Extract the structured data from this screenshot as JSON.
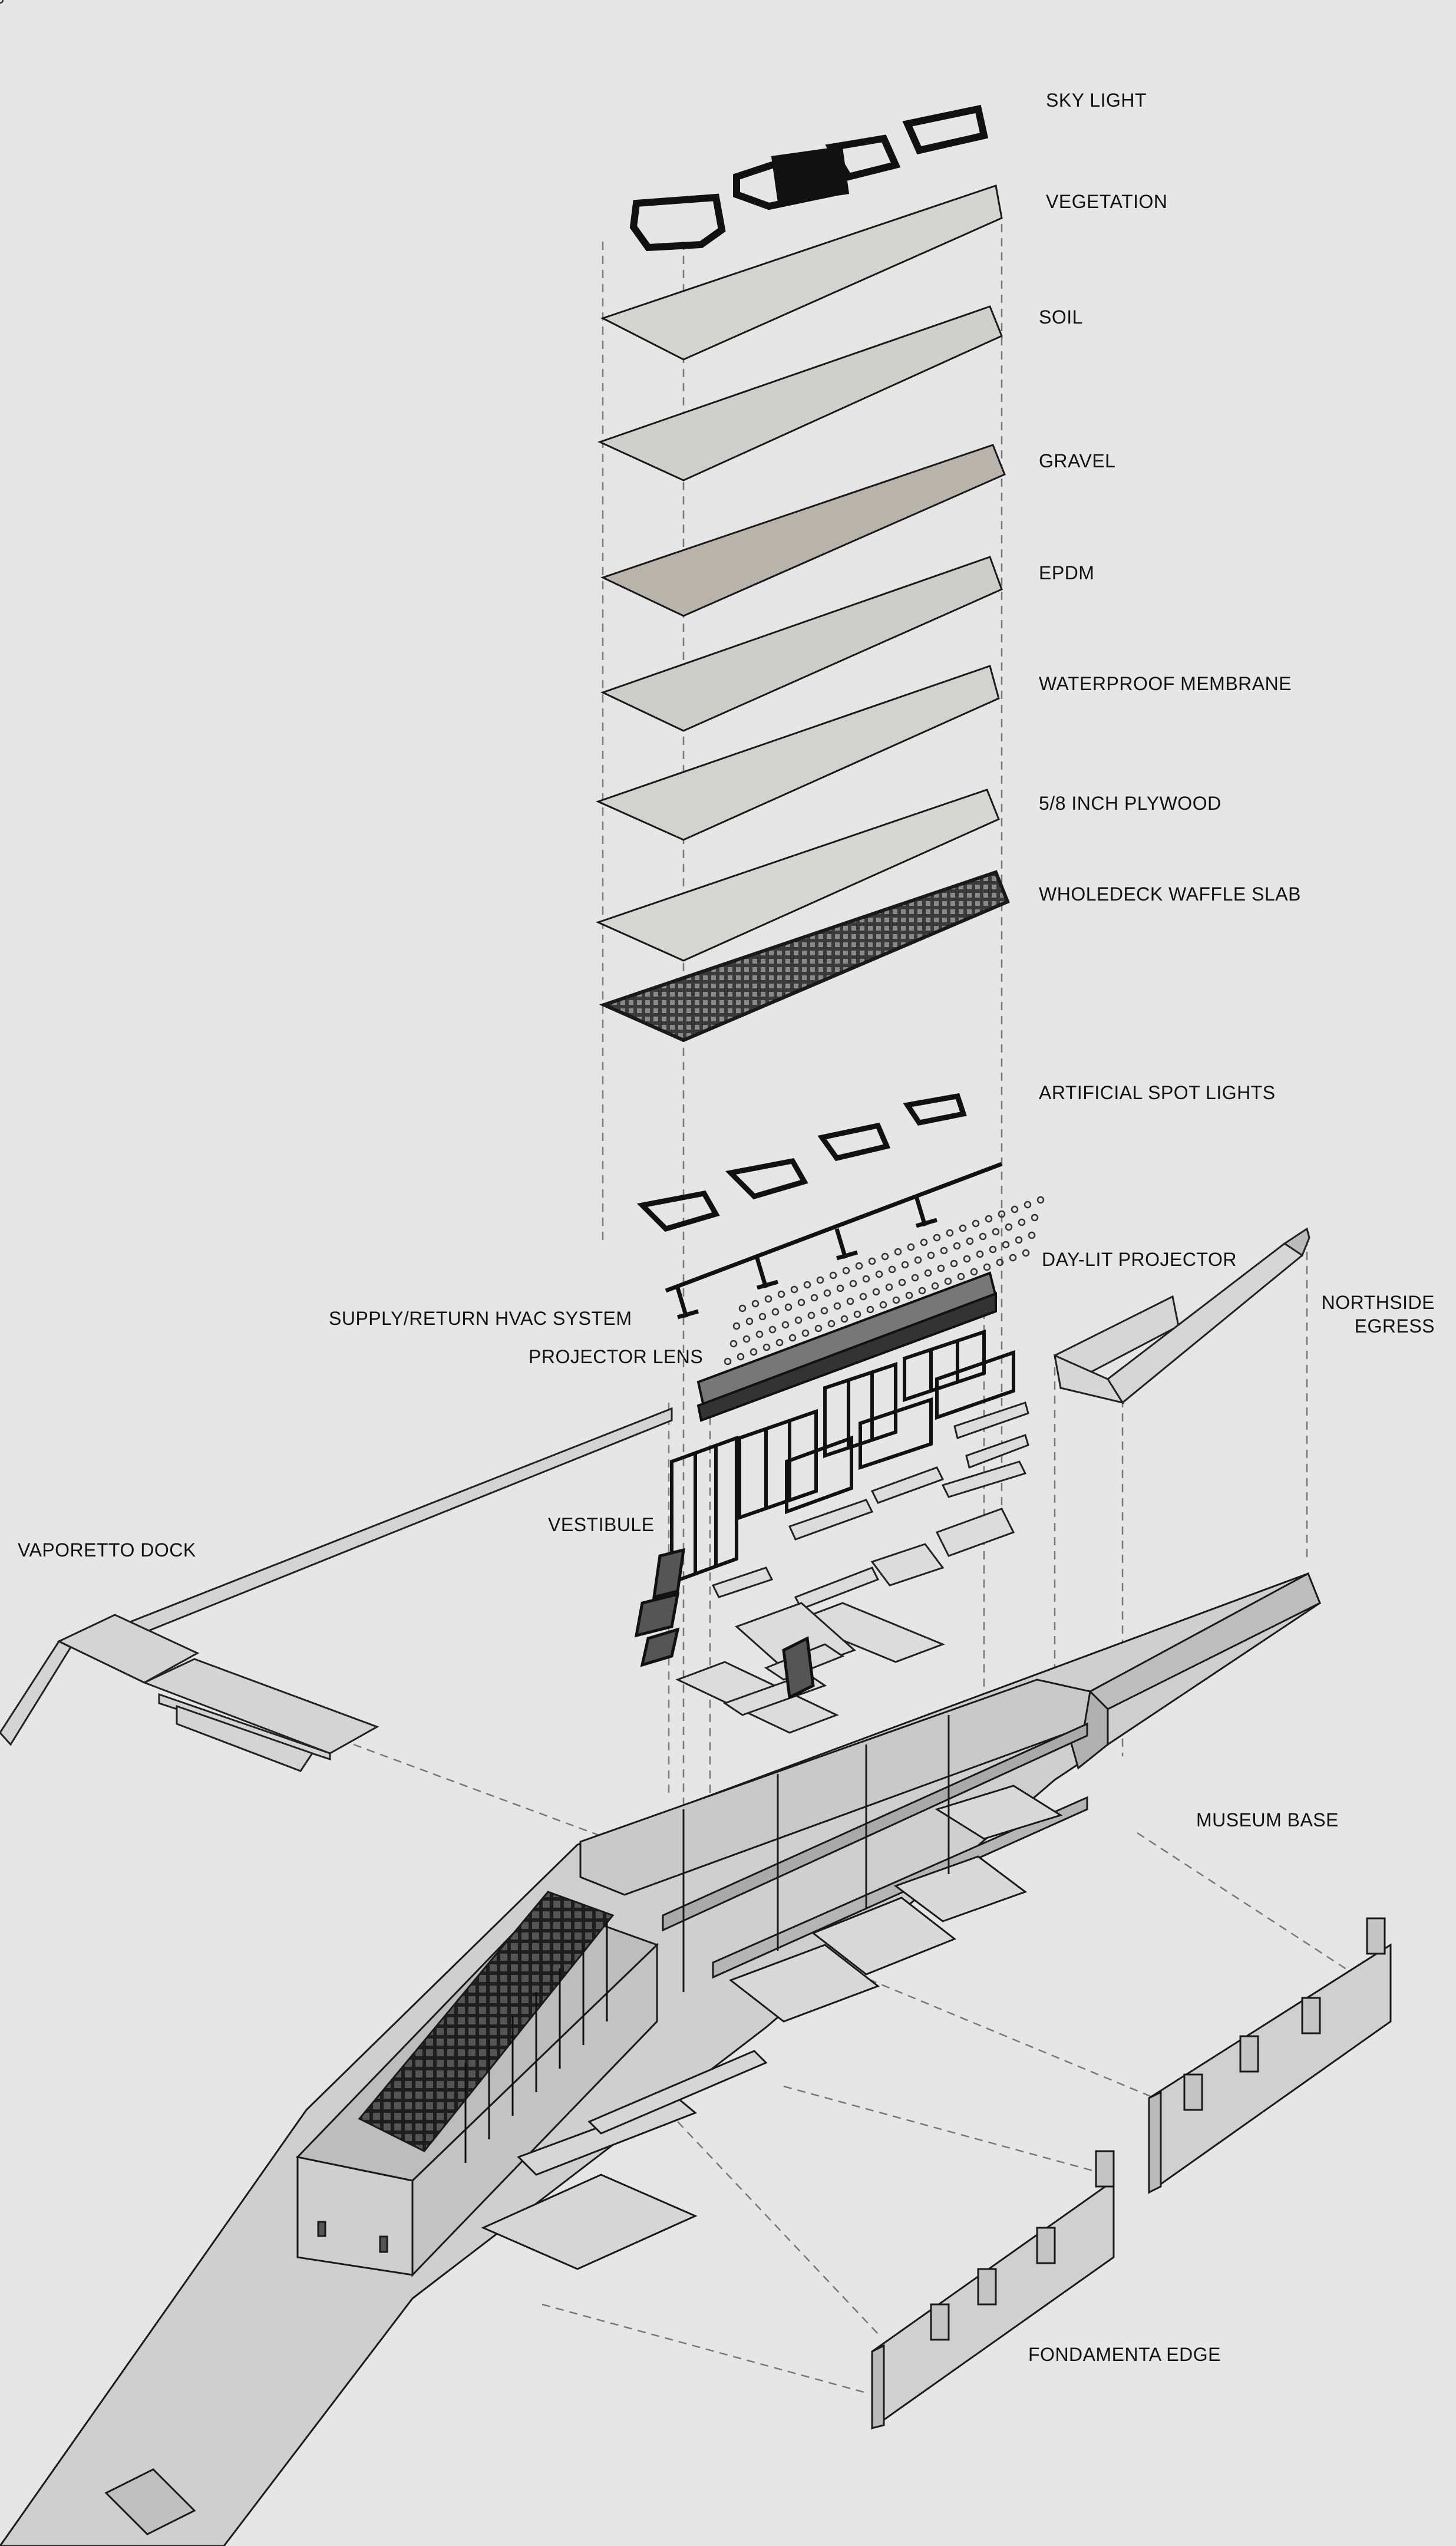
{
  "labels": {
    "sky_light": "SKY LIGHT",
    "vegetation": "VEGETATION",
    "soil": "SOIL",
    "gravel": "GRAVEL",
    "epdm": "EPDM",
    "waterproof_membrane": "WATERPROOF MEMBRANE",
    "plywood": "5/8 INCH PLYWOOD",
    "waffle_slab": "WHOLEDECK WAFFLE SLAB",
    "spot_lights": "ARTIFICIAL SPOT LIGHTS",
    "day_lit_projector": "DAY-LIT PROJECTOR",
    "northside_egress_1": "NORTHSIDE",
    "northside_egress_2": "EGRESS",
    "hvac": "SUPPLY/RETURN HVAC SYSTEM",
    "projector_lens": "PROJECTOR LENS",
    "vestibule": "VESTIBULE",
    "vaporetto_dock": "VAPORETTO DOCK",
    "museum_base": "MUSEUM BASE",
    "fondamenta_edge": "FONDAMENTA EDGE"
  },
  "colors": {
    "background": "#e6e6e6",
    "line": "#1a1a1a",
    "layer_light": "#d8d8d6",
    "layer_gravel": "#b9b5ad",
    "waffle": "#2a2a2a"
  }
}
